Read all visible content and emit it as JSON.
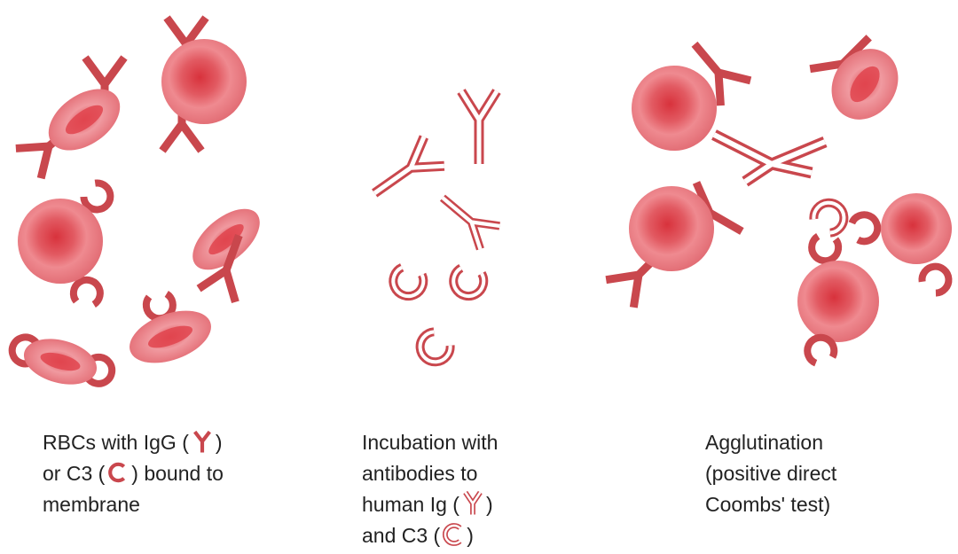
{
  "colors": {
    "cell_fill": "#ef8a90",
    "cell_center": "#d8323c",
    "antibody": "#c9474d",
    "text": "#222222"
  },
  "icons": {
    "igg": "y-shaped-antibody-icon",
    "c3": "c-shaped-complement-icon",
    "anti_ig": "hollow-antibody-icon",
    "anti_c3": "hollow-c-icon"
  },
  "panels": [
    {
      "id": "rbc-bound",
      "lines": [
        {
          "before": "RBCs with IgG (",
          "after": ")"
        },
        {
          "before": "or C3 (",
          "after": ") bound to"
        },
        {
          "before": "membrane",
          "after": ""
        }
      ]
    },
    {
      "id": "incubation",
      "lines": [
        {
          "before": "Incubation with",
          "after": ""
        },
        {
          "before": "antibodies to",
          "after": ""
        },
        {
          "before": "human Ig (",
          "after": ")"
        },
        {
          "before": "and C3 (",
          "after": ")"
        }
      ]
    },
    {
      "id": "agglutination",
      "lines": [
        {
          "before": "Agglutination",
          "after": ""
        },
        {
          "before": "(positive direct",
          "after": ""
        },
        {
          "before": "Coombs' test)",
          "after": ""
        }
      ]
    }
  ]
}
